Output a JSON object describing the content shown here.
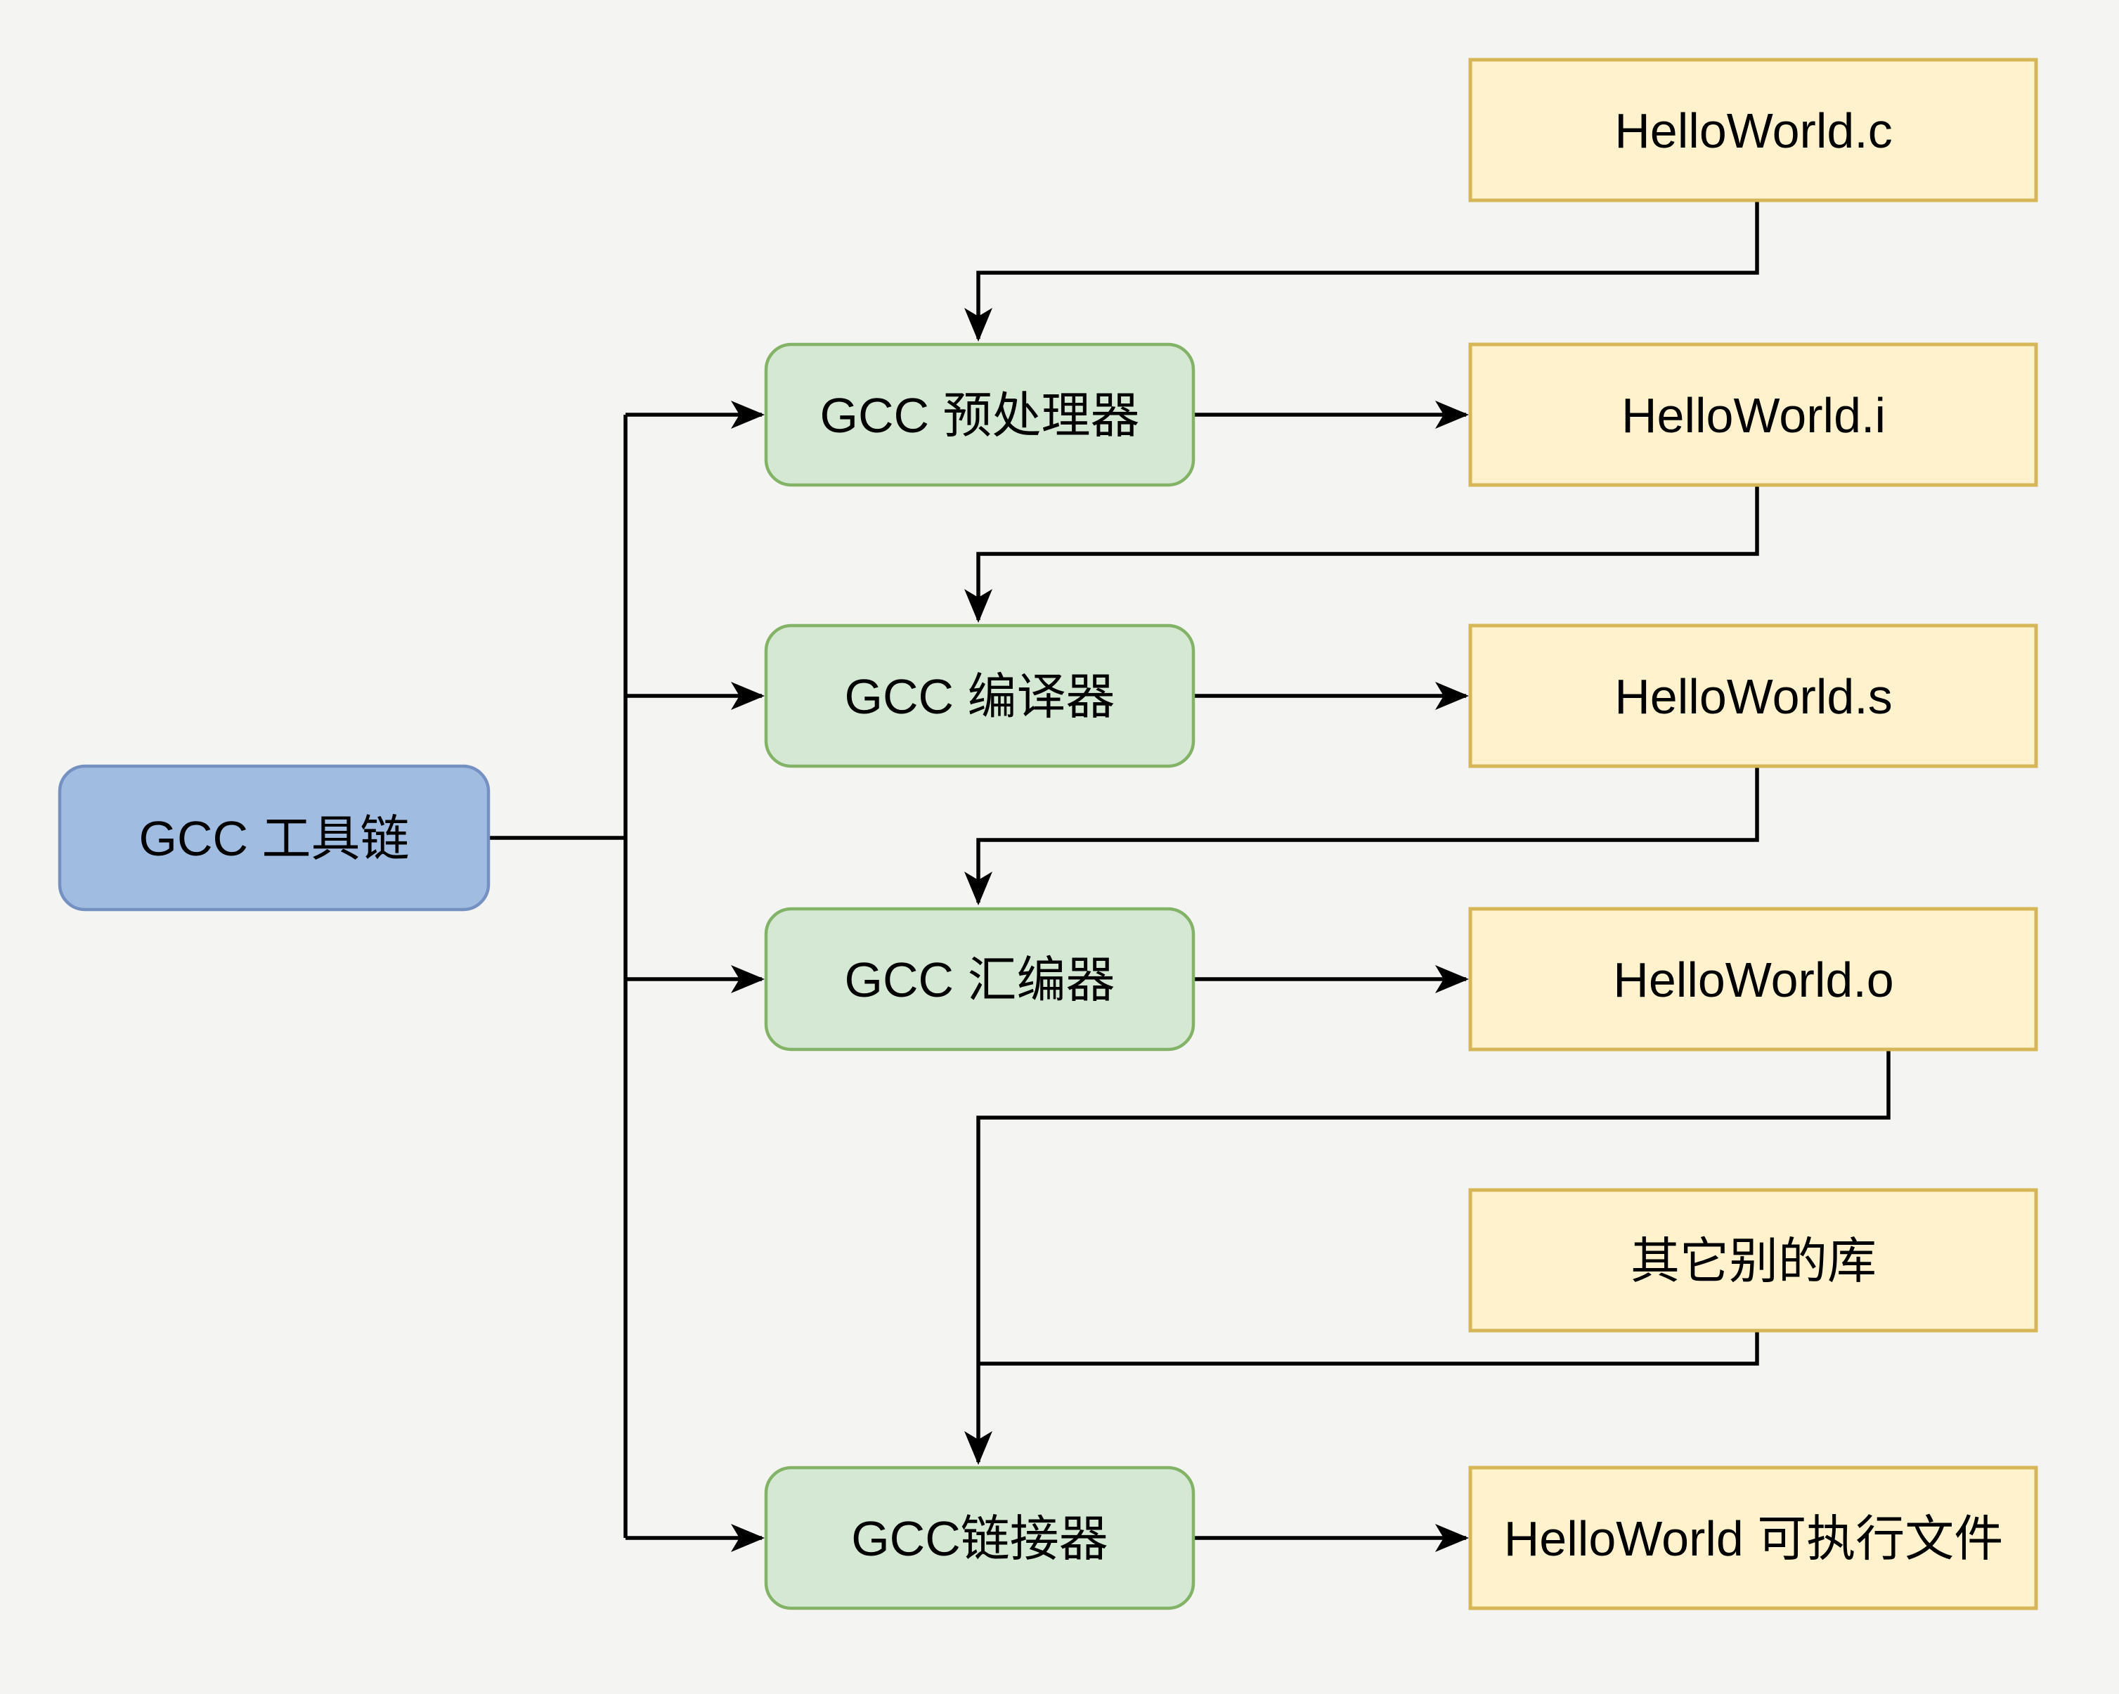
{
  "diagram": {
    "background_color": "#f4f4f2",
    "edge_color": "#000000",
    "colors": {
      "tool_fill": "#a1bce1",
      "tool_stroke": "#7591c2",
      "process_fill": "#d5e8d4",
      "process_stroke": "#82b366",
      "file_fill": "#fff2cc",
      "file_stroke": "#d6b656",
      "text": "#000000"
    },
    "nodes": {
      "toolchain": {
        "label": "GCC 工具链",
        "type": "tool"
      },
      "preprocessor": {
        "label": "GCC 预处理器",
        "type": "process"
      },
      "compiler": {
        "label": "GCC 编译器",
        "type": "process"
      },
      "assembler": {
        "label": "GCC 汇编器",
        "type": "process"
      },
      "linker": {
        "label": "GCC链接器",
        "type": "process"
      },
      "source_file": {
        "label": "HelloWorld.c",
        "type": "file"
      },
      "preprocessed_file": {
        "label": "HelloWorld.i",
        "type": "file"
      },
      "assembly_file": {
        "label": "HelloWorld.s",
        "type": "file"
      },
      "object_file": {
        "label": "HelloWorld.o",
        "type": "file"
      },
      "other_libraries": {
        "label": "其它别的库",
        "type": "file"
      },
      "executable_file": {
        "label": "HelloWorld 可执行文件",
        "type": "file"
      }
    },
    "edges": [
      {
        "from": "toolchain",
        "to": "preprocessor"
      },
      {
        "from": "toolchain",
        "to": "compiler"
      },
      {
        "from": "toolchain",
        "to": "assembler"
      },
      {
        "from": "toolchain",
        "to": "linker"
      },
      {
        "from": "source_file",
        "to": "preprocessor"
      },
      {
        "from": "preprocessor",
        "to": "preprocessed_file"
      },
      {
        "from": "preprocessed_file",
        "to": "compiler"
      },
      {
        "from": "compiler",
        "to": "assembly_file"
      },
      {
        "from": "assembly_file",
        "to": "assembler"
      },
      {
        "from": "assembler",
        "to": "object_file"
      },
      {
        "from": "object_file",
        "to": "linker"
      },
      {
        "from": "other_libraries",
        "to": "linker"
      },
      {
        "from": "linker",
        "to": "executable_file"
      }
    ]
  }
}
